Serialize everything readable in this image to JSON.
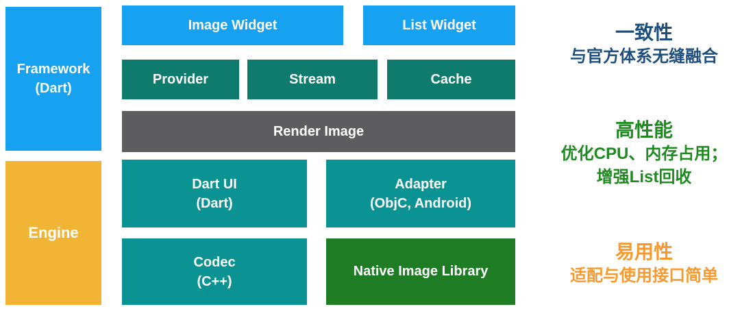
{
  "colors": {
    "block_blue": "#16a2f0",
    "block_teal_dark": "#0e7b6c",
    "block_teal": "#0b9394",
    "block_green_dark": "#1e7d24",
    "block_yellow": "#f2b434",
    "block_gray": "#5d5d5f",
    "block_text": "#ffffff",
    "feature_navy": "#1d4e7d",
    "feature_green": "#1e8a20",
    "feature_orange": "#f8992d"
  },
  "architecture": {
    "framework": {
      "label": "Framework",
      "sublabel": "(Dart)"
    },
    "engine": {
      "label": "Engine"
    },
    "image_widget": {
      "label": "Image Widget"
    },
    "list_widget": {
      "label": "List Widget"
    },
    "provider": {
      "label": "Provider"
    },
    "stream": {
      "label": "Stream"
    },
    "cache": {
      "label": "Cache"
    },
    "render_image": {
      "label": "Render Image"
    },
    "dart_ui": {
      "label": "Dart UI",
      "sublabel": "(Dart)"
    },
    "adapter": {
      "label": "Adapter",
      "sublabel": "(ObjC, Android)"
    },
    "codec": {
      "label": "Codec",
      "sublabel": "(C++)"
    },
    "native_image_library": {
      "label": "Native Image Library"
    }
  },
  "features": {
    "consistency": {
      "title": "一致性",
      "line1": "与官方体系无缝融合"
    },
    "performance": {
      "title": "高性能",
      "line1": "优化CPU、内存占用；",
      "line2": "增强List回收"
    },
    "usability": {
      "title": "易用性",
      "line1": "适配与使用接口简单"
    }
  }
}
